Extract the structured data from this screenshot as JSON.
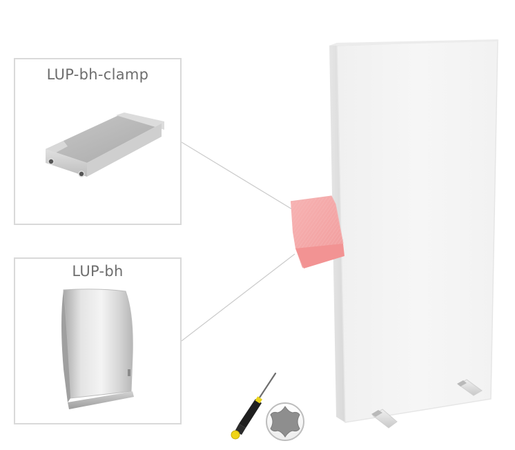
{
  "callouts": [
    {
      "id": "clamp",
      "label": "LUP-bh-clamp"
    },
    {
      "id": "bh",
      "label": "LUP-bh"
    }
  ],
  "colors": {
    "panel_face": "#f4f4f4",
    "panel_edge": "#e2e2e2",
    "highlight": "#f4a7a7",
    "box_border": "#d9d9d9",
    "label_text": "#6d6d6d",
    "connector_line": "#cccccc"
  },
  "icons": [
    "screwdriver-icon",
    "torx-icon"
  ]
}
